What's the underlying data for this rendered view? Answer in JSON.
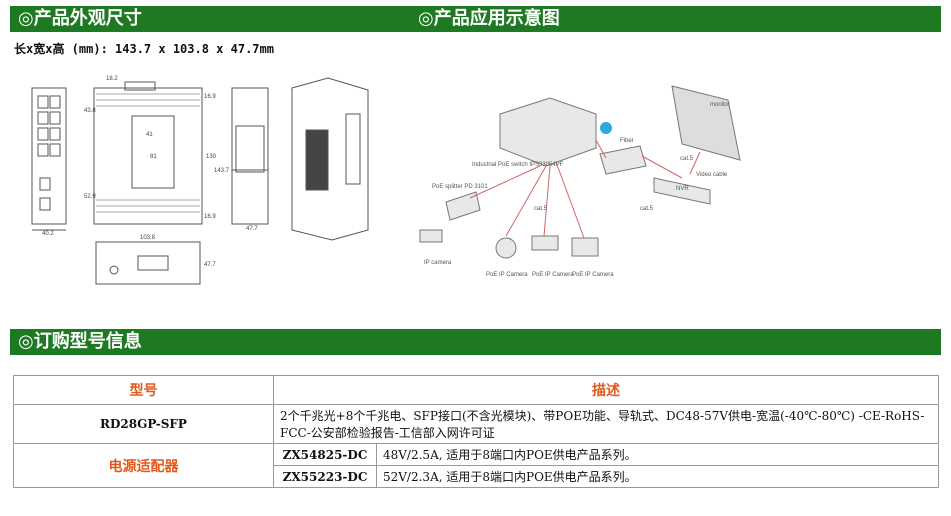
{
  "sections": {
    "dimensions_title": "◎产品外观尺寸",
    "application_title": "◎产品应用示意图",
    "order_title": "◎订购型号信息"
  },
  "dimensions_text": "长x宽x高 (mm): 143.7 x 103.8 x 47.7mm",
  "drawing_labels": {
    "d1": "18.2",
    "d2": "43.8",
    "d3": "16.9",
    "d4": "41",
    "d5": "81",
    "d6": "130",
    "d7": "143.7",
    "d8": "52.9",
    "d9": "16.9",
    "d10": "40.2",
    "d11": "47.7",
    "d12": "103.8",
    "d13": "47.7"
  },
  "app_labels": {
    "switch": "Industrial PoE switch IPS33054PF",
    "splitter": "PoE splitter PD 3101",
    "ipcam": "IP camera",
    "cam1": "PoE IP Camera",
    "cam2": "PoE IP Camera",
    "cam3": "PoE IP Camera",
    "nvr": "NVR",
    "monitor": "monitor",
    "cat5a": "cat.5",
    "cat5b": "cat.5",
    "cat5c": "cat.5",
    "video": "Video cable",
    "fiber": "Fiber"
  },
  "order_table": {
    "header_model": "型号",
    "header_desc": "描述",
    "row1_model": "RD28GP-SFP",
    "row1_desc": "2个千兆光+8个千兆电、SFP接口(不含光模块)、带POE功能、导轨式、DC48-57V供电-宽温(-40℃-80℃) -CE-RoHS-FCC-公安部检验报告-工信部入网许可证",
    "adapter_label": "电源适配器",
    "adapters": [
      {
        "code": "ZX54825-DC",
        "desc": "48V/2.5A, 适用于8端口内POE供电产品系列。"
      },
      {
        "code": "ZX55223-DC",
        "desc": "52V/2.3A, 适用于8端口内POE供电产品系列。"
      }
    ]
  }
}
